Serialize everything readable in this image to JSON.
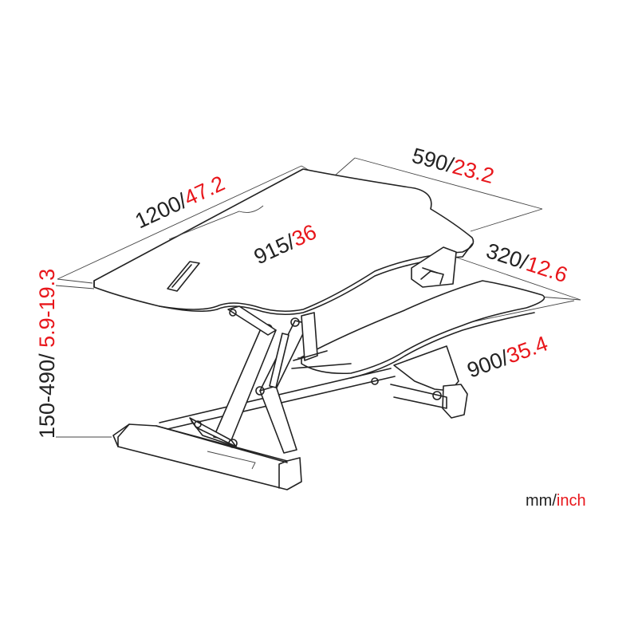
{
  "colors": {
    "metric": "#222222",
    "imperial": "#e8161b"
  },
  "dimensions": {
    "top_length": {
      "mm": "1200/",
      "inch": "47.2"
    },
    "top_depth": {
      "mm": "590/",
      "inch": "23.2"
    },
    "top_inner": {
      "mm": "915/",
      "inch": "36"
    },
    "keyboard_depth": {
      "mm": "320/",
      "inch": "12.6"
    },
    "keyboard_length": {
      "mm": "900/",
      "inch": "35.4"
    },
    "height": {
      "mm": "150-490/ ",
      "inch": "5.9-19.3"
    }
  },
  "units": {
    "mm": "mm/",
    "inch": "inch"
  }
}
